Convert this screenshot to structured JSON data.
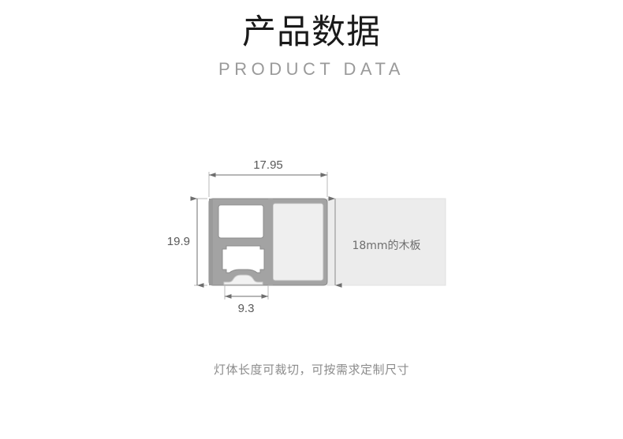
{
  "header": {
    "title_cn": "产品数据",
    "title_en": "PRODUCT DATA"
  },
  "drawing": {
    "dimensions": {
      "width_top": "17.95",
      "height_left": "19.9",
      "width_bottom": "9.3"
    },
    "board_label": "18mm的木板"
  },
  "caption": {
    "text": "灯体长度可裁切，可按需求定制尺寸"
  },
  "colors": {
    "title_cn": "#1a1a1a",
    "title_en": "#9a9a9a",
    "profile_wall": "#a3a3a3",
    "profile_wall_edge": "#8d8d8d",
    "profile_cavity": "#ffffff",
    "board_fill": "#ececec",
    "board_edge": "#dcdcdc",
    "dimension_line": "#6e6e6e",
    "dimension_text": "#595959",
    "caption_text": "#8c8c8c",
    "lens_fill": "#f2f2f2"
  }
}
